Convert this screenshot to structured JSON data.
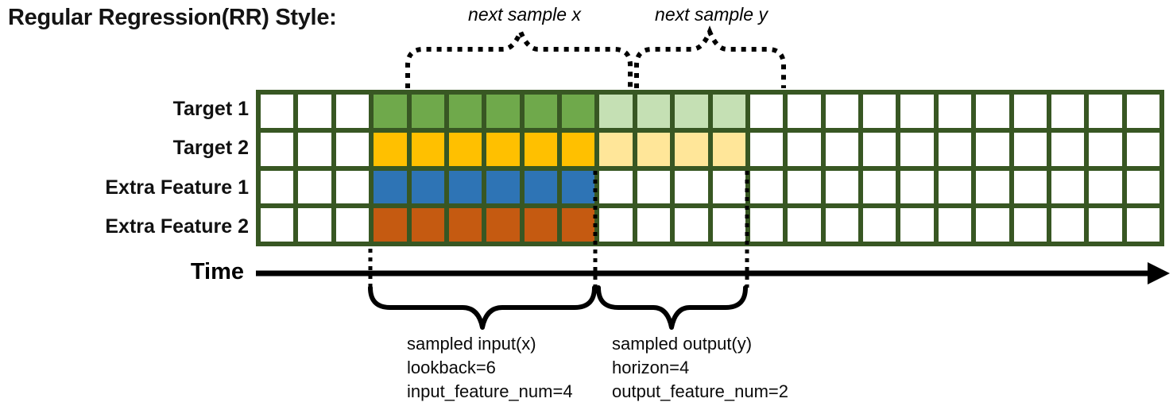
{
  "title": "Regular Regression(RR) Style:",
  "colors": {
    "ink": "#000000",
    "grid_line": "#385723",
    "input_green": "#6FA94B",
    "output_green_light": "#C5E0B4",
    "input_yellow": "#FFC000",
    "output_yellow_light": "#FFE699",
    "input_blue": "#2E74B5",
    "input_orange": "#C55A11"
  },
  "grid": {
    "columns": 24,
    "palette": {
      "g": "#6FA94B",
      "gl": "#C5E0B4",
      "y": "#FFC000",
      "yl": "#FFE699",
      "b": "#2E74B5",
      "o": "#C55A11"
    },
    "rows": [
      {
        "label": "Target 1",
        "cells": [
          "",
          "",
          "",
          "g",
          "g",
          "g",
          "g",
          "g",
          "g",
          "gl",
          "gl",
          "gl",
          "gl",
          "",
          "",
          "",
          "",
          "",
          "",
          "",
          "",
          "",
          "",
          ""
        ]
      },
      {
        "label": "Target 2",
        "cells": [
          "",
          "",
          "",
          "y",
          "y",
          "y",
          "y",
          "y",
          "y",
          "yl",
          "yl",
          "yl",
          "yl",
          "",
          "",
          "",
          "",
          "",
          "",
          "",
          "",
          "",
          "",
          ""
        ]
      },
      {
        "label": "Extra Feature 1",
        "cells": [
          "",
          "",
          "",
          "b",
          "b",
          "b",
          "b",
          "b",
          "b",
          "",
          "",
          "",
          "",
          "",
          "",
          "",
          "",
          "",
          "",
          "",
          "",
          "",
          "",
          ""
        ]
      },
      {
        "label": "Extra Feature 2",
        "cells": [
          "",
          "",
          "",
          "o",
          "o",
          "o",
          "o",
          "o",
          "o",
          "",
          "",
          "",
          "",
          "",
          "",
          "",
          "",
          "",
          "",
          "",
          "",
          "",
          "",
          ""
        ]
      }
    ]
  },
  "annotations": {
    "next_sample_x": "next sample x",
    "next_sample_y": "next sample y",
    "time_label": "Time",
    "input_lines": [
      "sampled input(x)",
      "lookback=6",
      "input_feature_num=4"
    ],
    "output_lines": [
      "sampled output(y)",
      "horizon=4",
      "output_feature_num=2"
    ]
  },
  "sample_structure": {
    "lookback": 6,
    "horizon": 4,
    "input_feature_num": 4,
    "output_feature_num": 2,
    "timesteps_shown": 24,
    "input_columns": [
      4,
      9
    ],
    "output_columns": [
      10,
      13
    ]
  }
}
